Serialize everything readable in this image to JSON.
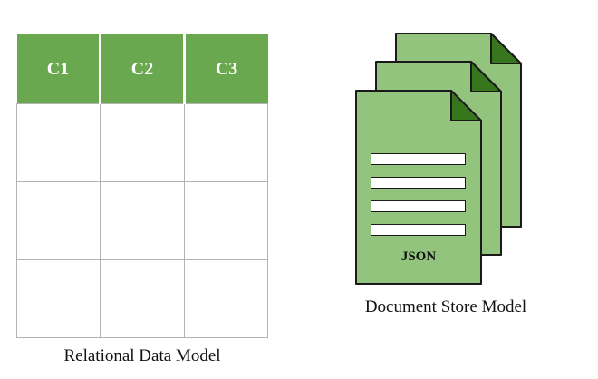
{
  "relational": {
    "headers": [
      "C1",
      "C2",
      "C3"
    ],
    "row_count": 3,
    "label": "Relational Data Model",
    "header_color": "#6aa84f",
    "grid_color": "#b3b3b3"
  },
  "document_store": {
    "label": "Document Store Model",
    "doc_text": "JSON",
    "doc_color": "#93c47d",
    "fold_color": "#38761d",
    "outline_color": "#1a1a1a",
    "page_count": 3,
    "line_count": 4
  }
}
